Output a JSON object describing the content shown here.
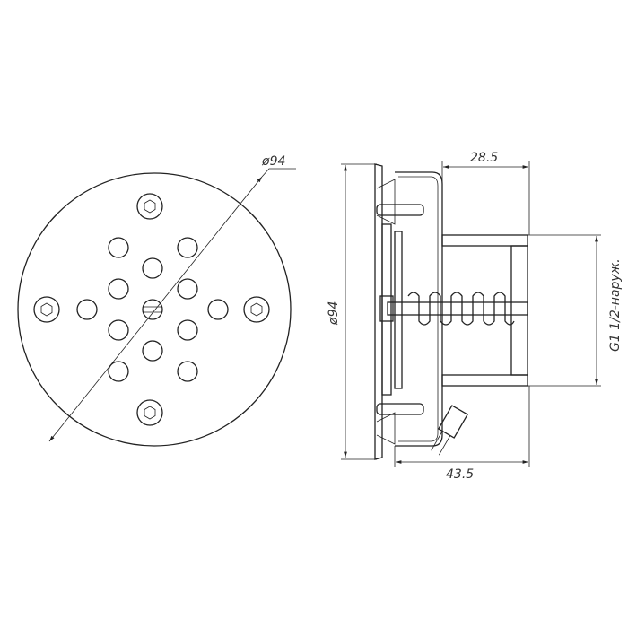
{
  "front_view": {
    "diameter_label": "ø94"
  },
  "side_view": {
    "diameter_label": "ø94",
    "depth_label_top": "28.5",
    "depth_label_bottom": "43.5",
    "thread_label": "G1 1/2-наруж."
  },
  "colors": {
    "line": "#222222",
    "background": "#ffffff"
  }
}
